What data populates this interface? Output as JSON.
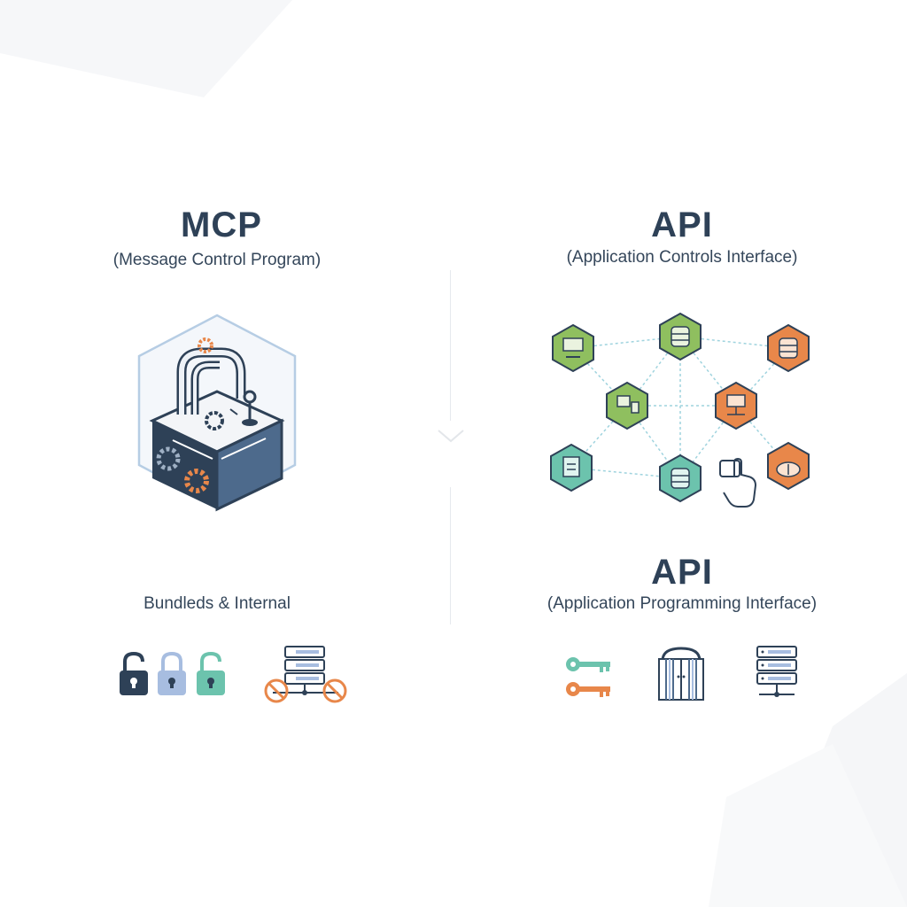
{
  "left": {
    "title": "MCP",
    "subtitle": "(Message Control Program)",
    "caption": "Bundleds & Internal"
  },
  "right": {
    "title_top": "API",
    "subtitle_top": "(Application Controls Interface)",
    "title_bottom": "API",
    "subtitle_bottom": "(Application Programming Interface)"
  },
  "colors": {
    "navy": "#2e4157",
    "slate": "#4d6a8c",
    "orange": "#e8874a",
    "green": "#8fbf5f",
    "teal": "#6cc3ad",
    "lightblue": "#a7bde0"
  },
  "icons": {
    "mcp_box": "machine-box-icon",
    "network": [
      "monitor-hex-icon",
      "database-hex-icon",
      "database-hex-icon",
      "computer-hex-icon",
      "network-hex-icon",
      "clipboard-hex-icon",
      "database-hex-icon",
      "cloud-upload-hex-icon",
      "touch-hand-icon"
    ],
    "left_row": [
      "padlock-open-icon",
      "padlock-closed-icon",
      "padlock-open-icon",
      "server-blocked-icon"
    ],
    "right_row": [
      "keys-icon",
      "gate-icon",
      "server-icon"
    ]
  }
}
